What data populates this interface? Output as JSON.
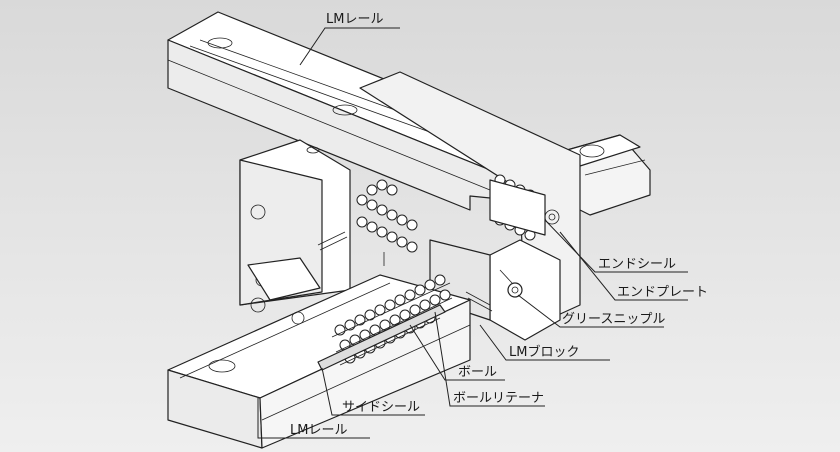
{
  "labels": {
    "lm_rail_top": "LMレール",
    "end_seal": "エンドシール",
    "end_plate": "エンドプレート",
    "grease_nipple": "グリースニップル",
    "lm_block": "LMブロック",
    "ball": "ボール",
    "ball_retainer": "ボールリテーナ",
    "side_seal": "サイドシール",
    "lm_rail_bottom": "LMレール"
  },
  "colors": {
    "background_top": "#dcdcdc",
    "background_bottom": "#eeeeee",
    "part_fill": "#ffffff",
    "part_shade": "#e9e9e9",
    "outline": "#222222"
  }
}
